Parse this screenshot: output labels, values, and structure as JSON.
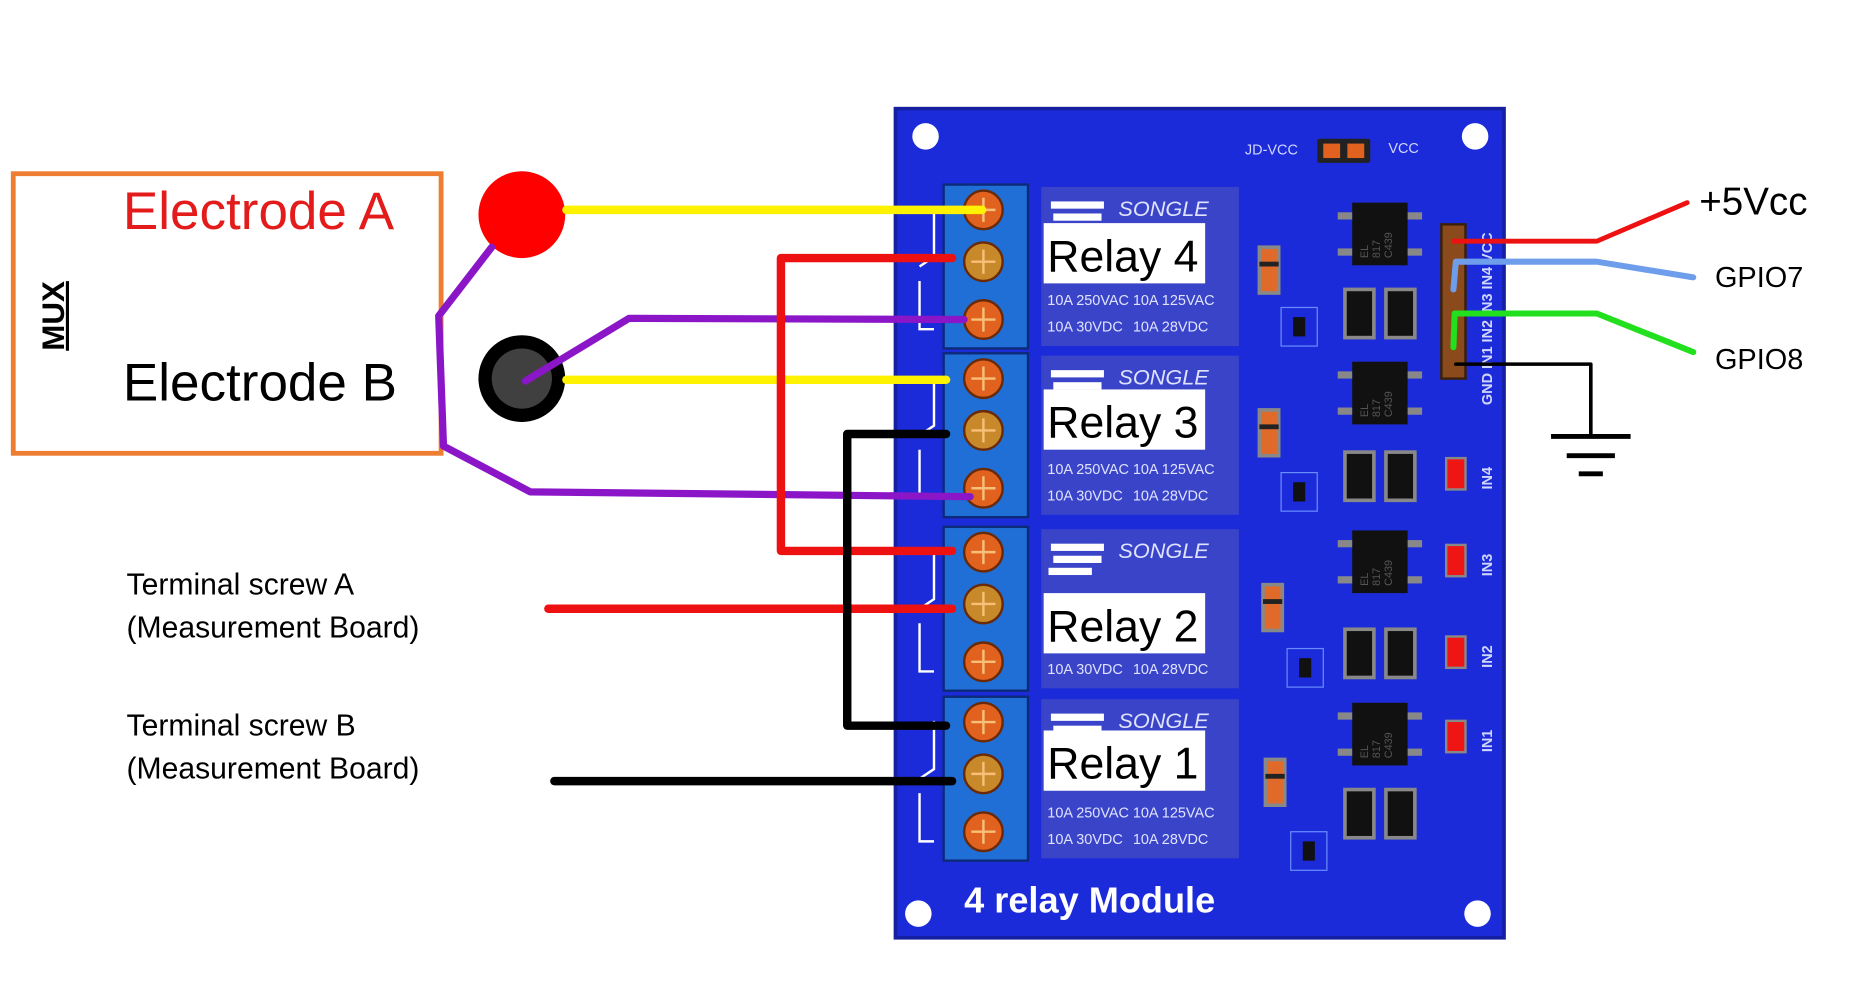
{
  "mux": {
    "label": "MUX",
    "electrode_a": "Electrode A",
    "electrode_b": "Electrode B"
  },
  "terminals": {
    "a_line1": "Terminal screw A",
    "a_line2": "(Measurement Board)",
    "b_line1": "Terminal screw B",
    "b_line2": "(Measurement Board)"
  },
  "board": {
    "title": "4 relay Module",
    "jd_vcc": "JD-VCC",
    "vcc": "VCC",
    "pin_labels": "GND IN1 IN2 IN3 IN4 VCC",
    "led_labels": [
      "IN4",
      "IN3",
      "IN2",
      "IN1"
    ],
    "relays": [
      {
        "label": "Relay 4",
        "brand": "SONGLE",
        "spec1": "10A 250VAC",
        "spec2": "10A 125VAC",
        "spec3": "10A 30VDC",
        "spec4": "10A 28VDC"
      },
      {
        "label": "Relay 3",
        "brand": "SONGLE",
        "spec1": "10A 250VAC",
        "spec2": "10A 125VAC",
        "spec3": "10A 30VDC",
        "spec4": "10A 28VDC"
      },
      {
        "label": "Relay 2",
        "brand": "SONGLE",
        "spec1": "",
        "spec2": "",
        "spec3": "10A 30VDC",
        "spec4": "10A 28VDC"
      },
      {
        "label": "Relay 1",
        "brand": "SONGLE",
        "spec1": "10A 250VAC",
        "spec2": "10A 125VAC",
        "spec3": "10A 30VDC",
        "spec4": "10A 28VDC"
      }
    ],
    "ic_text": [
      "EL",
      "817",
      "C439"
    ]
  },
  "connections": {
    "power": "+5Vcc",
    "gpio7": "GPIO7",
    "gpio8": "GPIO8"
  },
  "colors": {
    "board": "#1c2bd9",
    "mux_border": "#ED7D31",
    "electrode_a": "#E31B1B",
    "yellow": "#FFF200",
    "purple": "#8B16C8",
    "red": "#EE1111",
    "black": "#000000",
    "blue_wire": "#6E9EEB",
    "green_wire": "#22E01E"
  }
}
